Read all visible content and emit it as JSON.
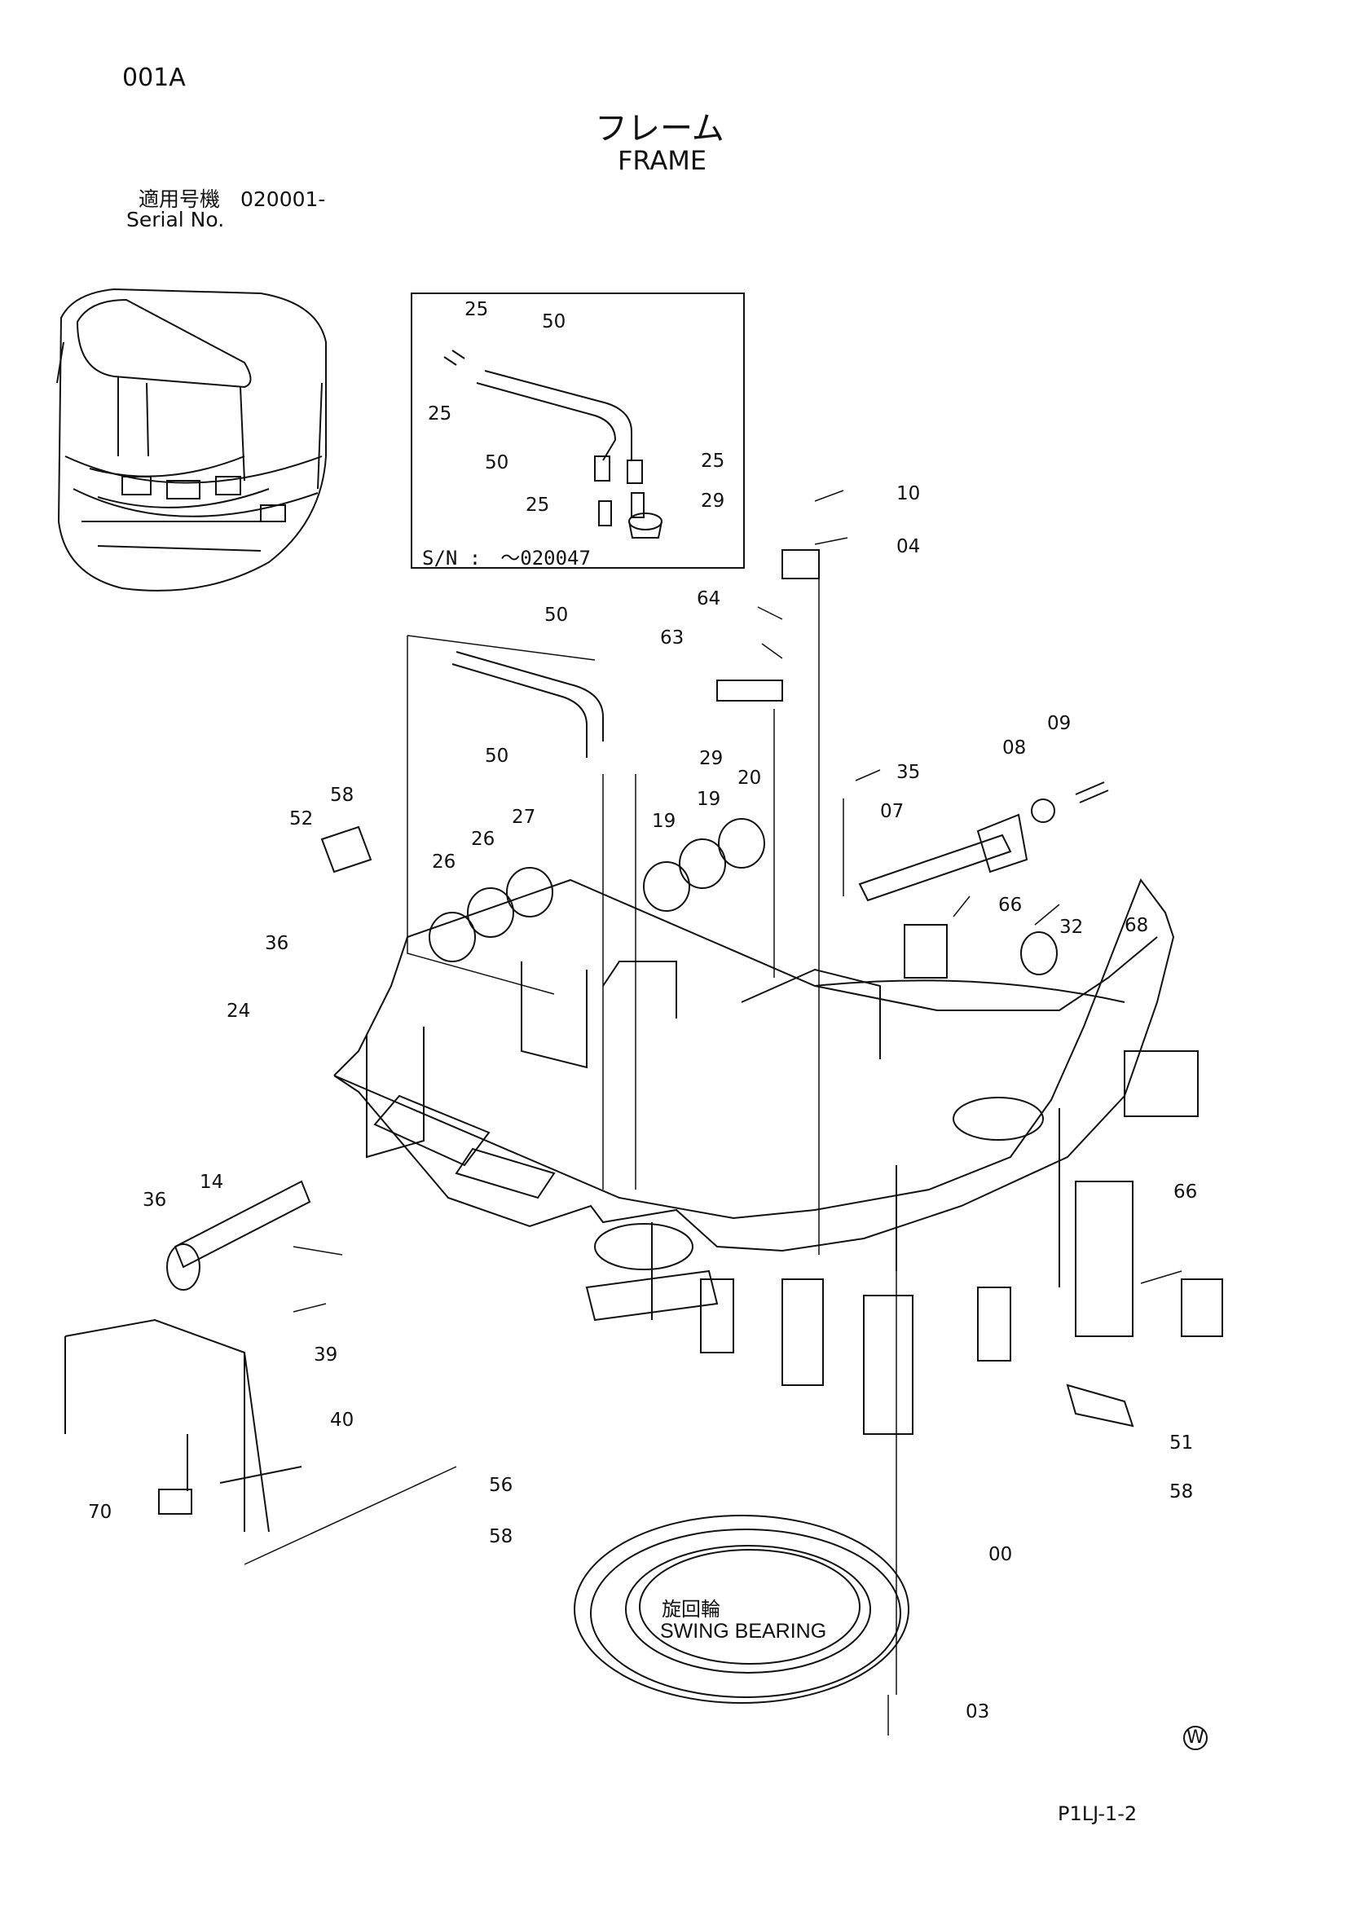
{
  "header": {
    "page_code": "001A",
    "title_jp": "フレーム",
    "title_en": "FRAME",
    "serial_jp": "適用号機　020001-",
    "serial_en": "Serial No."
  },
  "inset": {
    "serial_note": "S/N :　～020047",
    "labels": [
      "25",
      "25",
      "50",
      "50",
      "25",
      "25",
      "29"
    ]
  },
  "swing_bearing": {
    "label_jp": "旋回輪",
    "label_en": "SWING BEARING"
  },
  "callouts": [
    "10",
    "04",
    "64",
    "63",
    "50",
    "50",
    "29",
    "35",
    "09",
    "08",
    "07",
    "58",
    "52",
    "26",
    "26",
    "27",
    "19",
    "19",
    "20",
    "36",
    "24",
    "66",
    "32",
    "68",
    "66",
    "36",
    "14",
    "39",
    "40",
    "70",
    "56",
    "58",
    "51",
    "58",
    "00",
    "03"
  ],
  "footer": {
    "code": "P1LJ-1-2",
    "mark": "W"
  }
}
